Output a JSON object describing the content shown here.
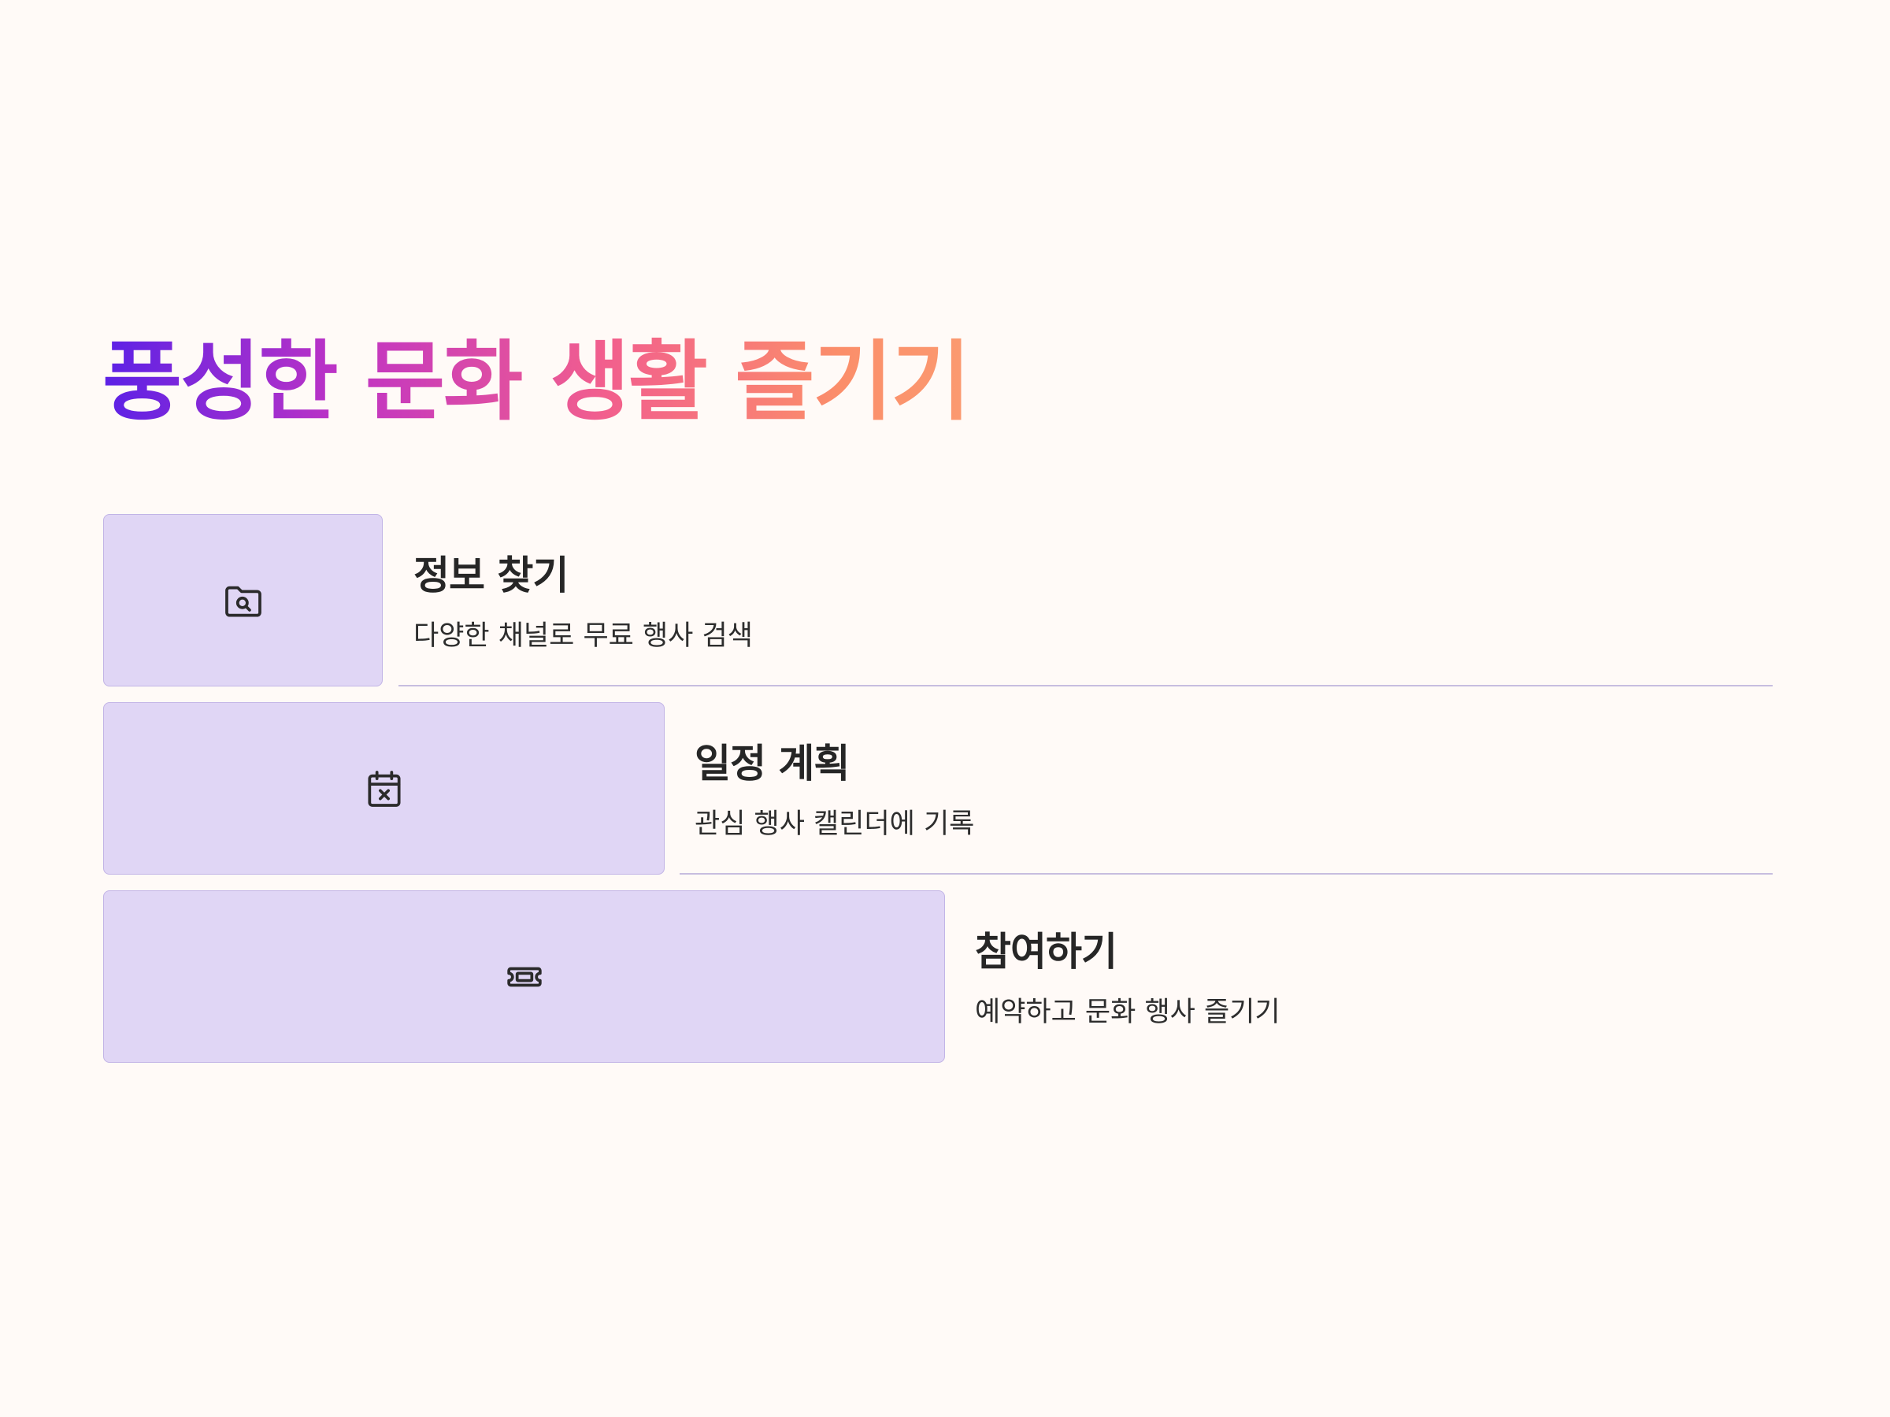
{
  "title": "풍성한 문화 생활 즐기기",
  "items": [
    {
      "title": "정보 찾기",
      "description": "다양한 채널로 무료 행사 검색",
      "icon": "folder-search-icon"
    },
    {
      "title": "일정 계획",
      "description": "관심 행사 캘린더에 기록",
      "icon": "calendar-x-icon"
    },
    {
      "title": "참여하기",
      "description": "예약하고 문화 행사 즐기기",
      "icon": "ticket-icon"
    }
  ],
  "colors": {
    "background": "#fffaf7",
    "card": "#e0d6f5",
    "card_border": "#c2b4e6",
    "divider": "#c7bddf",
    "title_gradient": [
      "#5b21e6",
      "#c034c4",
      "#f25f8d",
      "#fb8e6a"
    ]
  }
}
